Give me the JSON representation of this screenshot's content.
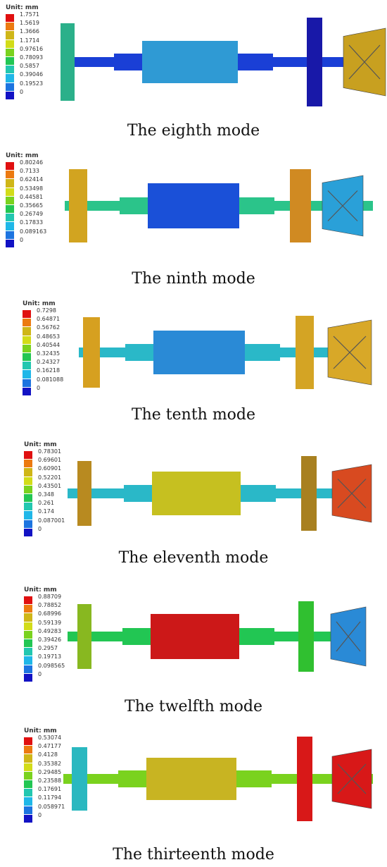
{
  "scale_colors": [
    "#e01010",
    "#ec7a10",
    "#cfb617",
    "#d2dc18",
    "#7ad21e",
    "#22c653",
    "#22c7b0",
    "#1fb7e8",
    "#1c74e0",
    "#1212c4"
  ],
  "panels": [
    {
      "unit": "Unit: mm",
      "values": [
        "1.7571",
        "1.5619",
        "1.3666",
        "1.1714",
        "0.97616",
        "0.78093",
        "0.5857",
        "0.39046",
        "0.19523",
        "0"
      ],
      "caption": "The eighth mode",
      "colors": {
        "shaft": "#1a3fd6",
        "drum": "#2f9ad4",
        "disc_left": "#2bb08a",
        "disc_right": "#1818a8",
        "impeller": "#c8a020"
      }
    },
    {
      "unit": "Unit: mm",
      "values": [
        "0.80246",
        "0.7133",
        "0.62414",
        "0.53498",
        "0.44581",
        "0.35665",
        "0.26749",
        "0.17833",
        "0.089163",
        "0"
      ],
      "caption": "The ninth mode",
      "colors": {
        "shaft": "#2bc48a",
        "drum": "#1a50d8",
        "disc_left": "#d2a420",
        "disc_right": "#d08a22",
        "impeller": "#2aa0d8"
      }
    },
    {
      "unit": "Unit: mm",
      "values": [
        "0.7298",
        "0.64871",
        "0.56762",
        "0.48653",
        "0.40544",
        "0.32435",
        "0.24327",
        "0.16218",
        "0.081088",
        "0"
      ],
      "caption": "The tenth mode",
      "colors": {
        "shaft": "#2ab8c8",
        "drum": "#2a8ad6",
        "disc_left": "#d6a020",
        "disc_right": "#d4a424",
        "impeller": "#d8a828"
      }
    },
    {
      "unit": "Unit: mm",
      "values": [
        "0.78301",
        "0.69601",
        "0.60901",
        "0.52201",
        "0.43501",
        "0.348",
        "0.261",
        "0.174",
        "0.087001",
        "0"
      ],
      "caption": "The eleventh mode",
      "colors": {
        "shaft": "#2ab8c8",
        "drum": "#c6c020",
        "disc_left": "#b88a20",
        "disc_right": "#a88020",
        "impeller": "#d84a20"
      }
    },
    {
      "unit": "Unit: mm",
      "values": [
        "0.88709",
        "0.78852",
        "0.68996",
        "0.59139",
        "0.49283",
        "0.39426",
        "0.2957",
        "0.19713",
        "0.098565",
        "0"
      ],
      "caption": "The twelfth mode",
      "colors": {
        "shaft": "#22c653",
        "drum": "#cc1818",
        "disc_left": "#88b820",
        "disc_right": "#30c030",
        "impeller": "#2a8ad6"
      }
    },
    {
      "unit": "Unit: mm",
      "values": [
        "0.53074",
        "0.47177",
        "0.4128",
        "0.35382",
        "0.29485",
        "0.23588",
        "0.17691",
        "0.11794",
        "0.058971",
        "0"
      ],
      "caption": "The thirteenth mode",
      "colors": {
        "shaft": "#7ad21e",
        "drum": "#c8b422",
        "disc_left": "#2ab8c0",
        "disc_right": "#d81818",
        "impeller": "#d81818"
      }
    }
  ]
}
